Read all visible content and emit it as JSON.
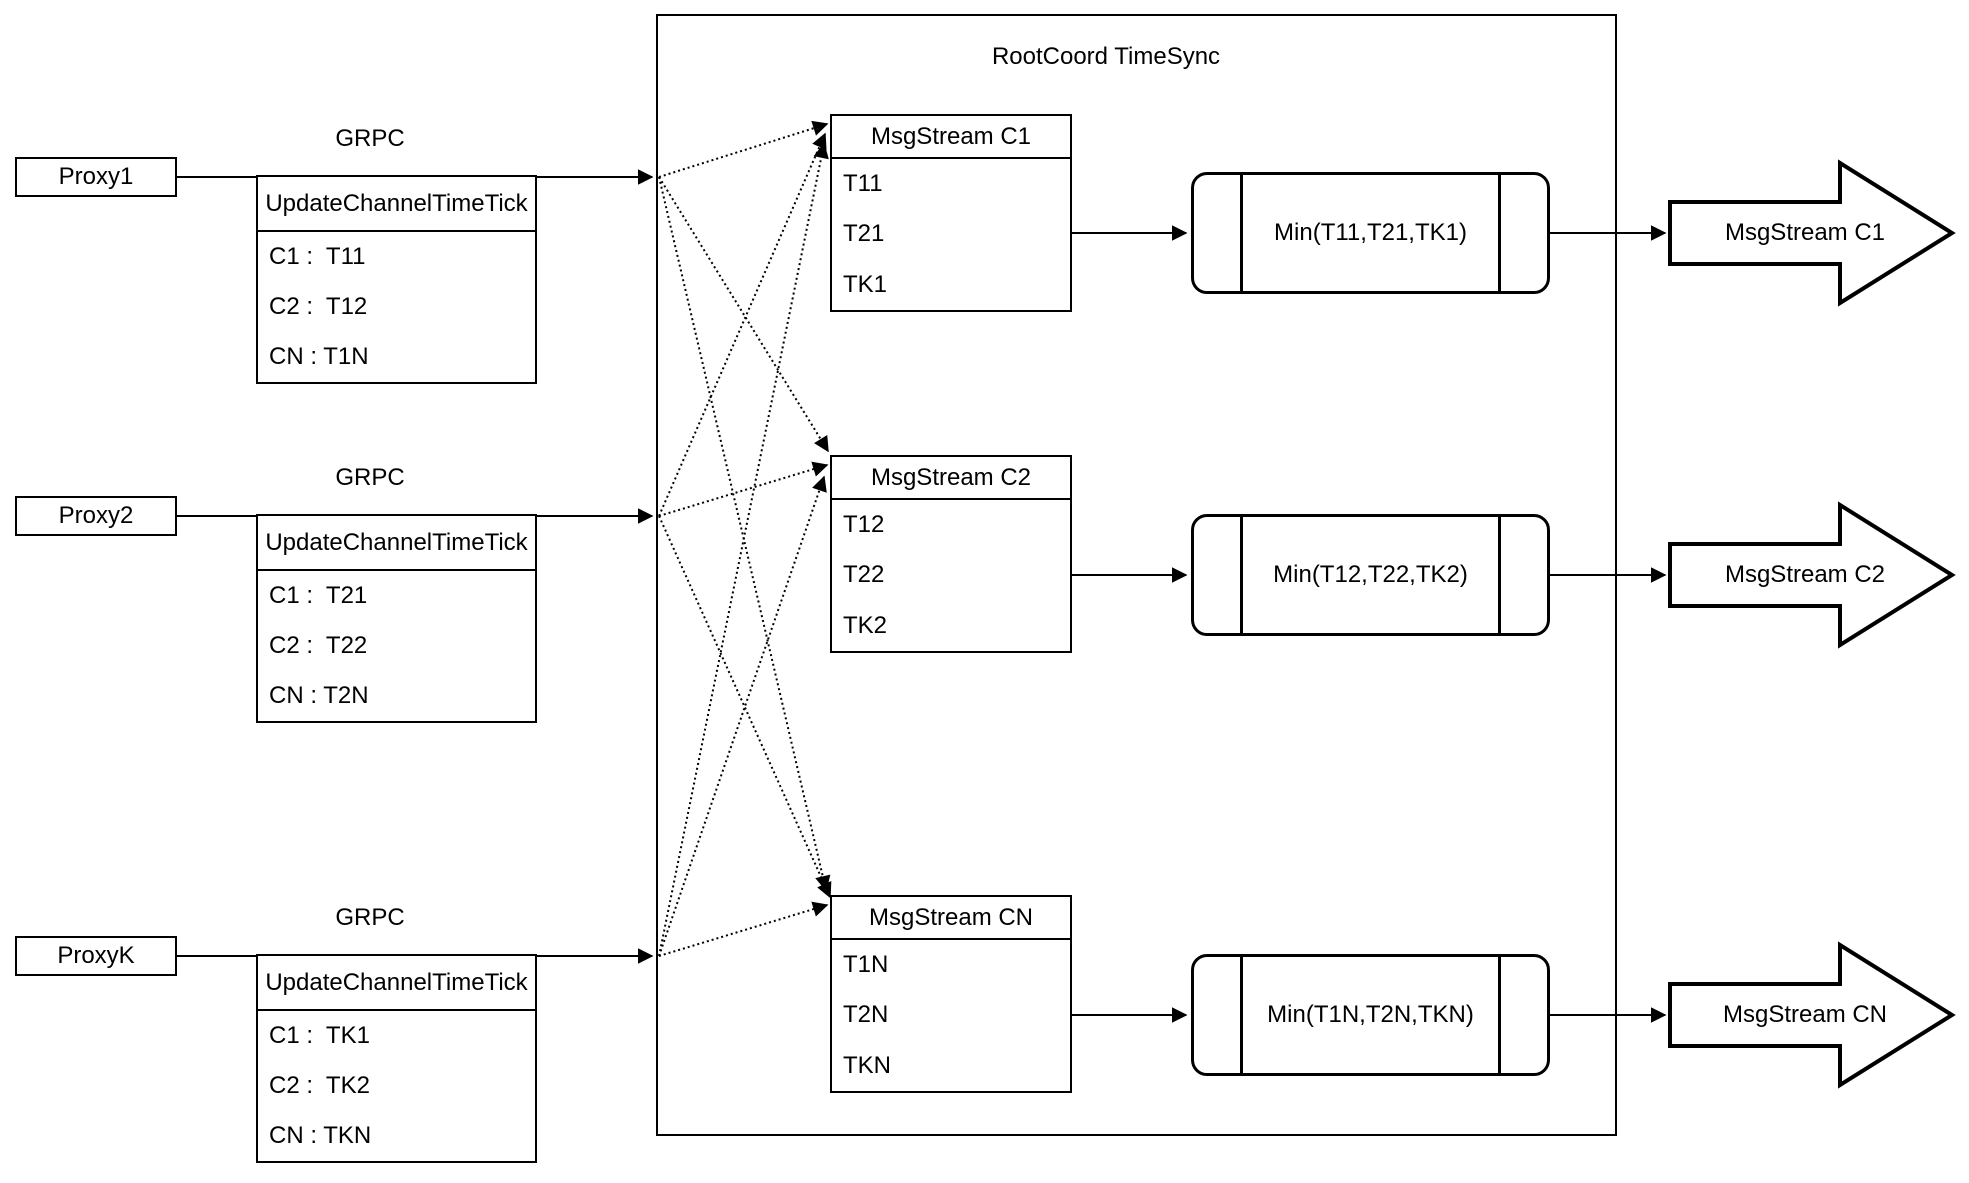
{
  "title": "RootCoord TimeSync",
  "colors": {
    "stroke": "#000000",
    "background": "#ffffff"
  },
  "rows": [
    {
      "proxy_label": "Proxy1",
      "grpc_label": "GRPC",
      "update_table": {
        "header": "UpdateChannelTimeTick",
        "entries": [
          "C1 :  T11",
          "C2 :  T12",
          "CN : T1N"
        ]
      },
      "msgstream_table": {
        "header": "MsgStream C1",
        "entries": [
          "T11",
          "T21",
          "TK1"
        ]
      },
      "min_label": "Min(T11,T21,TK1)",
      "output_label": "MsgStream C1"
    },
    {
      "proxy_label": "Proxy2",
      "grpc_label": "GRPC",
      "update_table": {
        "header": "UpdateChannelTimeTick",
        "entries": [
          "C1 :  T21",
          "C2 :  T22",
          "CN : T2N"
        ]
      },
      "msgstream_table": {
        "header": "MsgStream C2",
        "entries": [
          "T12",
          "T22",
          "TK2"
        ]
      },
      "min_label": "Min(T12,T22,TK2)",
      "output_label": "MsgStream C2"
    },
    {
      "proxy_label": "ProxyK",
      "grpc_label": "GRPC",
      "update_table": {
        "header": "UpdateChannelTimeTick",
        "entries": [
          "C1 :  TK1",
          "C2 :  TK2",
          "CN : TKN"
        ]
      },
      "msgstream_table": {
        "header": "MsgStream CN",
        "entries": [
          "T1N",
          "T2N",
          "TKN"
        ]
      },
      "min_label": "Min(T1N,T2N,TKN)",
      "output_label": "MsgStream CN"
    }
  ]
}
